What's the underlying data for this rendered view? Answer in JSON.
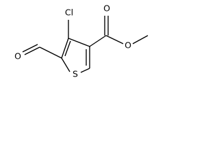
{
  "molecule": {
    "atoms": {
      "chlorine": "Cl",
      "sulfur": "S",
      "aldehyde_oxygen": "O",
      "carbonyl_oxygen": "O",
      "ester_oxygen": "O"
    }
  }
}
